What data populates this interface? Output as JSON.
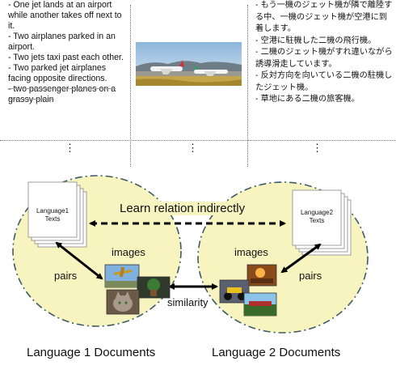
{
  "english_captions": [
    "- One jet lands at an airport while another takes off next to it.",
    "- Two airplanes parked in an airport.",
    "- Two jets taxi past each other.",
    "- Two parked jet airplanes facing opposite directions.",
    "- two passenger planes on a grassy plain"
  ],
  "japanese_captions": [
    "- もう一機のジェット機が隣で離陸する中、一機のジェット機が空港に到着します。",
    "- 空港に駐機した二機の飛行機。",
    "- 二機のジェット機がすれ違いながら誘導滑走しています。",
    "- 反対方向を向いている二機の駐機したジェット機。",
    "- 草地にある二機の旅客機。"
  ],
  "ellipsis": "⋮",
  "diagram": {
    "lang1_box": [
      "Language1",
      "Texts"
    ],
    "lang2_box": [
      "Language2",
      "Texts"
    ],
    "learn_relation": "Learn relation indirectly",
    "images_left": "images",
    "images_right": "images",
    "pairs_left": "pairs",
    "pairs_right": "pairs",
    "similarity": "similarity",
    "lang1_docs": "Language 1 Documents",
    "lang2_docs": "Language 2 Documents"
  },
  "colors": {
    "ellipse_fill": "#f7f4c0",
    "ellipse_stroke": "#3f5b66",
    "arrow": "#000000"
  }
}
